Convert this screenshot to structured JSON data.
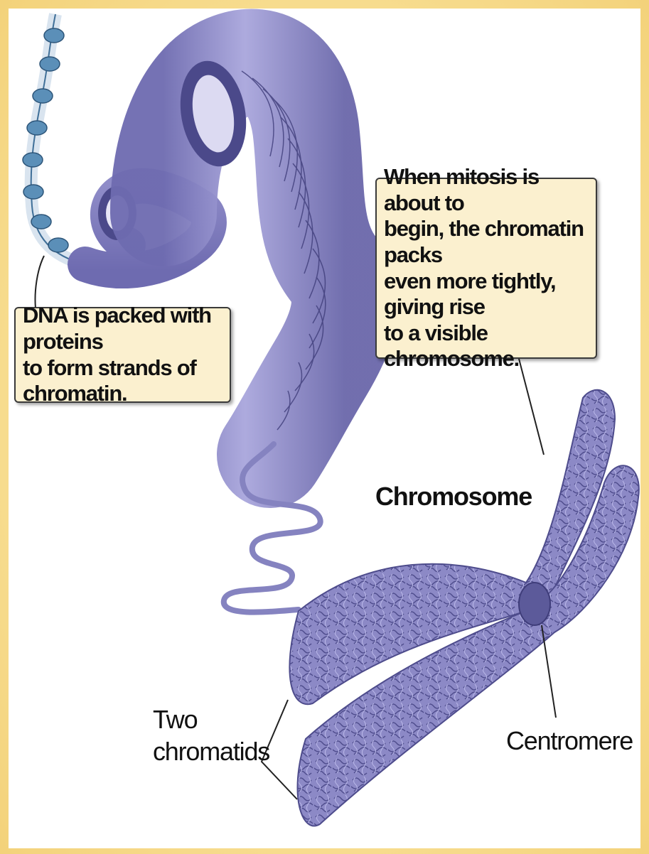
{
  "callouts": {
    "dna_packing": "DNA is packed with proteins\nto form strands of chromatin.",
    "mitosis": "When mitosis is about to\nbegin, the chromatin packs\neven more tightly, giving rise\nto a visible chromosome."
  },
  "labels": {
    "chromosome": "Chromosome",
    "two_chromatids": "Two\nchromatids",
    "centromere": "Centromere"
  },
  "colors": {
    "border": "#f6dc8c",
    "chromatin": "#8f8cc8",
    "chromatin_dark": "#5c5a9a",
    "dna_strand": "#5b8fb8",
    "callout_fill": "#fbf0cf"
  }
}
